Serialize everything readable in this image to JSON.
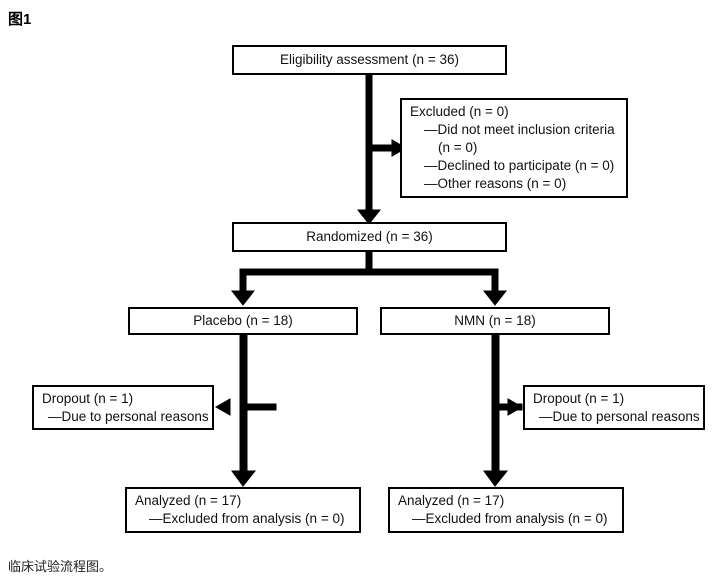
{
  "figure": {
    "label": "图1",
    "caption": "临床试验流程图。"
  },
  "diagram": {
    "type": "consort-flow-diagram",
    "line_color": "#000000",
    "box_border_color": "#000000",
    "background": "#ffffff",
    "nodes": {
      "eligibility": {
        "name": "eligibility-assessment",
        "lines": [
          "Eligibility assessment (n = 36)"
        ]
      },
      "excluded": {
        "name": "excluded",
        "lines": [
          "Excluded (n = 0)",
          "—Did not meet inclusion criteria",
          "(n = 0)",
          "—Declined to participate (n = 0)",
          "—Other reasons (n = 0)"
        ]
      },
      "randomized": {
        "name": "randomized",
        "lines": [
          "Randomized (n = 36)"
        ]
      },
      "placebo": {
        "name": "placebo-arm",
        "lines": [
          "Placebo (n = 18)"
        ]
      },
      "nmn": {
        "name": "nmn-arm",
        "lines": [
          "NMN (n = 18)"
        ]
      },
      "dropout_left": {
        "name": "dropout-placebo",
        "lines": [
          "Dropout (n = 1)",
          "—Due to personal reasons"
        ]
      },
      "dropout_right": {
        "name": "dropout-nmn",
        "lines": [
          "Dropout (n = 1)",
          "—Due to personal reasons"
        ]
      },
      "analyzed_left": {
        "name": "analyzed-placebo",
        "lines": [
          "Analyzed (n = 17)",
          "—Excluded from analysis (n = 0)"
        ]
      },
      "analyzed_right": {
        "name": "analyzed-nmn",
        "lines": [
          "Analyzed (n = 17)",
          "—Excluded from analysis (n = 0)"
        ]
      }
    },
    "flow_counts": {
      "assessed": 36,
      "excluded": 0,
      "randomized": 36,
      "placebo_allocated": 18,
      "nmn_allocated": 18,
      "placebo_dropout": 1,
      "nmn_dropout": 1,
      "placebo_analyzed": 17,
      "nmn_analyzed": 17,
      "placebo_excluded_from_analysis": 0,
      "nmn_excluded_from_analysis": 0
    }
  }
}
